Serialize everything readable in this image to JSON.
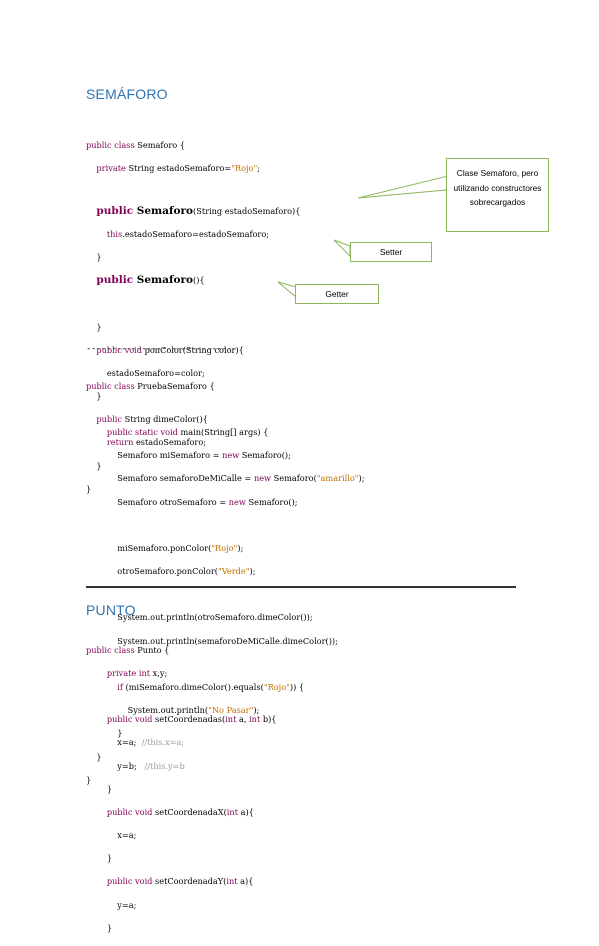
{
  "semaforo": {
    "heading": "SEMÁFORO",
    "code_lines": [
      "public class Semaforo {",
      "    private String estadoSemaforo=\"Rojo\";",
      "",
      "    public Semaforo(String estadoSemaforo){",
      "        this.estadoSemaforo=estadoSemaforo;",
      "    }",
      "    public Semaforo(){",
      "",
      "    }",
      "    public void ponColor(String color){",
      "        estadoSemaforo=color;",
      "    }",
      "    public String dimeColor(){",
      "        return estadoSemaforo;",
      "    }",
      "}"
    ],
    "callouts": {
      "constructors": "Clase Semaforo, pero utilizando constructores sobrecargados",
      "setter": "Setter",
      "getter": "Getter"
    }
  },
  "separator": "------------------------------",
  "prueba": {
    "code_lines": [
      "public class PruebaSemaforo {",
      "",
      "    public static void main(String[] args) {",
      "        Semaforo miSemaforo = new Semaforo();",
      "        Semaforo semaforoDeMiCalle = new Semaforo(\"amarillo\");",
      "        Semaforo otroSemaforo = new Semaforo();",
      "",
      "        miSemaforo.ponColor(\"Rojo\");",
      "        otroSemaforo.ponColor(\"Verde\");",
      "",
      "        System.out.println(otroSemaforo.dimeColor());",
      "        System.out.println(semaforoDeMiCalle.dimeColor());",
      "",
      "        if (miSemaforo.dimeColor().equals(\"Rojo\")) {",
      "            System.out.println(\"No Pasar\");",
      "        }",
      "    }",
      "}"
    ]
  },
  "punto": {
    "heading": "PUNTO",
    "code_lines": [
      "public class Punto {",
      "    private int x,y;",
      "",
      "    public void setCoordenadas(int a, int b){",
      "        x=a;  //this.x=a;",
      "        y=b;   //this.y=b",
      "    }",
      "    public void setCoordenadaX(int a){",
      "        x=a;",
      "    }",
      "    public void setCoordenadaY(int a){",
      "        y=a;",
      "    }"
    ]
  }
}
